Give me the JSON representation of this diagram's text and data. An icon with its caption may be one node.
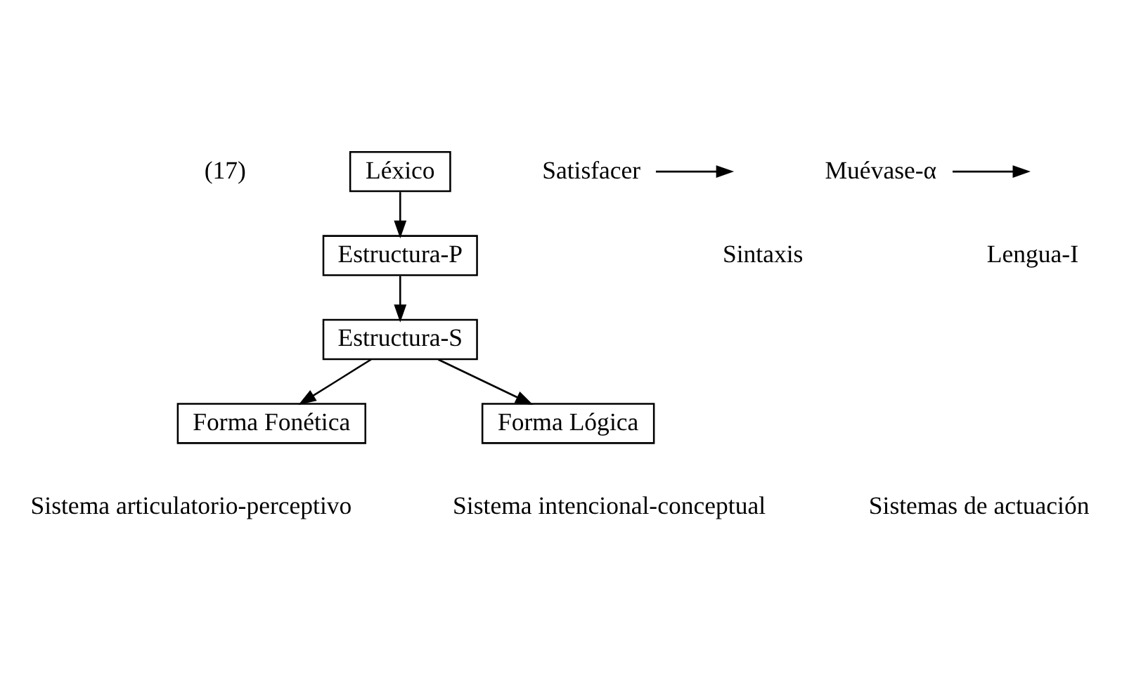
{
  "diagram": {
    "nodes": [
      {
        "text": [
          "Léxico"
        ]
      },
      {
        "text": [
          "Estructura-P"
        ]
      },
      {
        "text": [
          "Estructura-S"
        ]
      },
      {
        "text": [
          "Forma Fonética"
        ]
      },
      {
        "text": [
          "Forma Lógica"
        ]
      },
      {
        "text": [
          "Satisfacer"
        ]
      },
      {
        "text": [
          "Muévase-α"
        ]
      }
    ],
    "edges": [
      {
        "from": 0,
        "to": 1,
        "arrow": "to"
      },
      {
        "from": 1,
        "to": 2,
        "arrow": "to"
      },
      {
        "from": 2,
        "to": 3,
        "arrow": "to"
      },
      {
        "from": 2,
        "to": 4,
        "arrow": "to"
      },
      {
        "from": 5,
        "to": null,
        "arrow": "to"
      },
      {
        "from": 6,
        "to": null,
        "arrow": "to"
      }
    ],
    "labels": [
      "(17)",
      "Sintaxis",
      "Lengua-I",
      "Sistema articulatorio-perceptivo",
      "Sistema intencional-conceptual",
      "Sistemas de actuación"
    ]
  }
}
